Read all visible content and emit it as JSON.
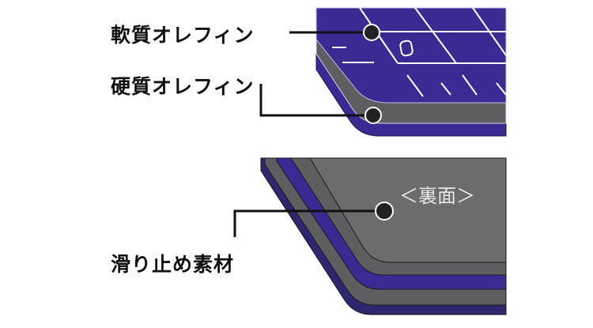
{
  "labels": {
    "soft_olefin": "軟質オレフィン",
    "hard_olefin": "硬質オレフィン",
    "anti_slip": "滑り止め素材",
    "back_side": "＜裏面＞"
  },
  "colors": {
    "purple": "#3b2a92",
    "gray": "#5e5e61",
    "face_gray": "#6c6c6f"
  }
}
